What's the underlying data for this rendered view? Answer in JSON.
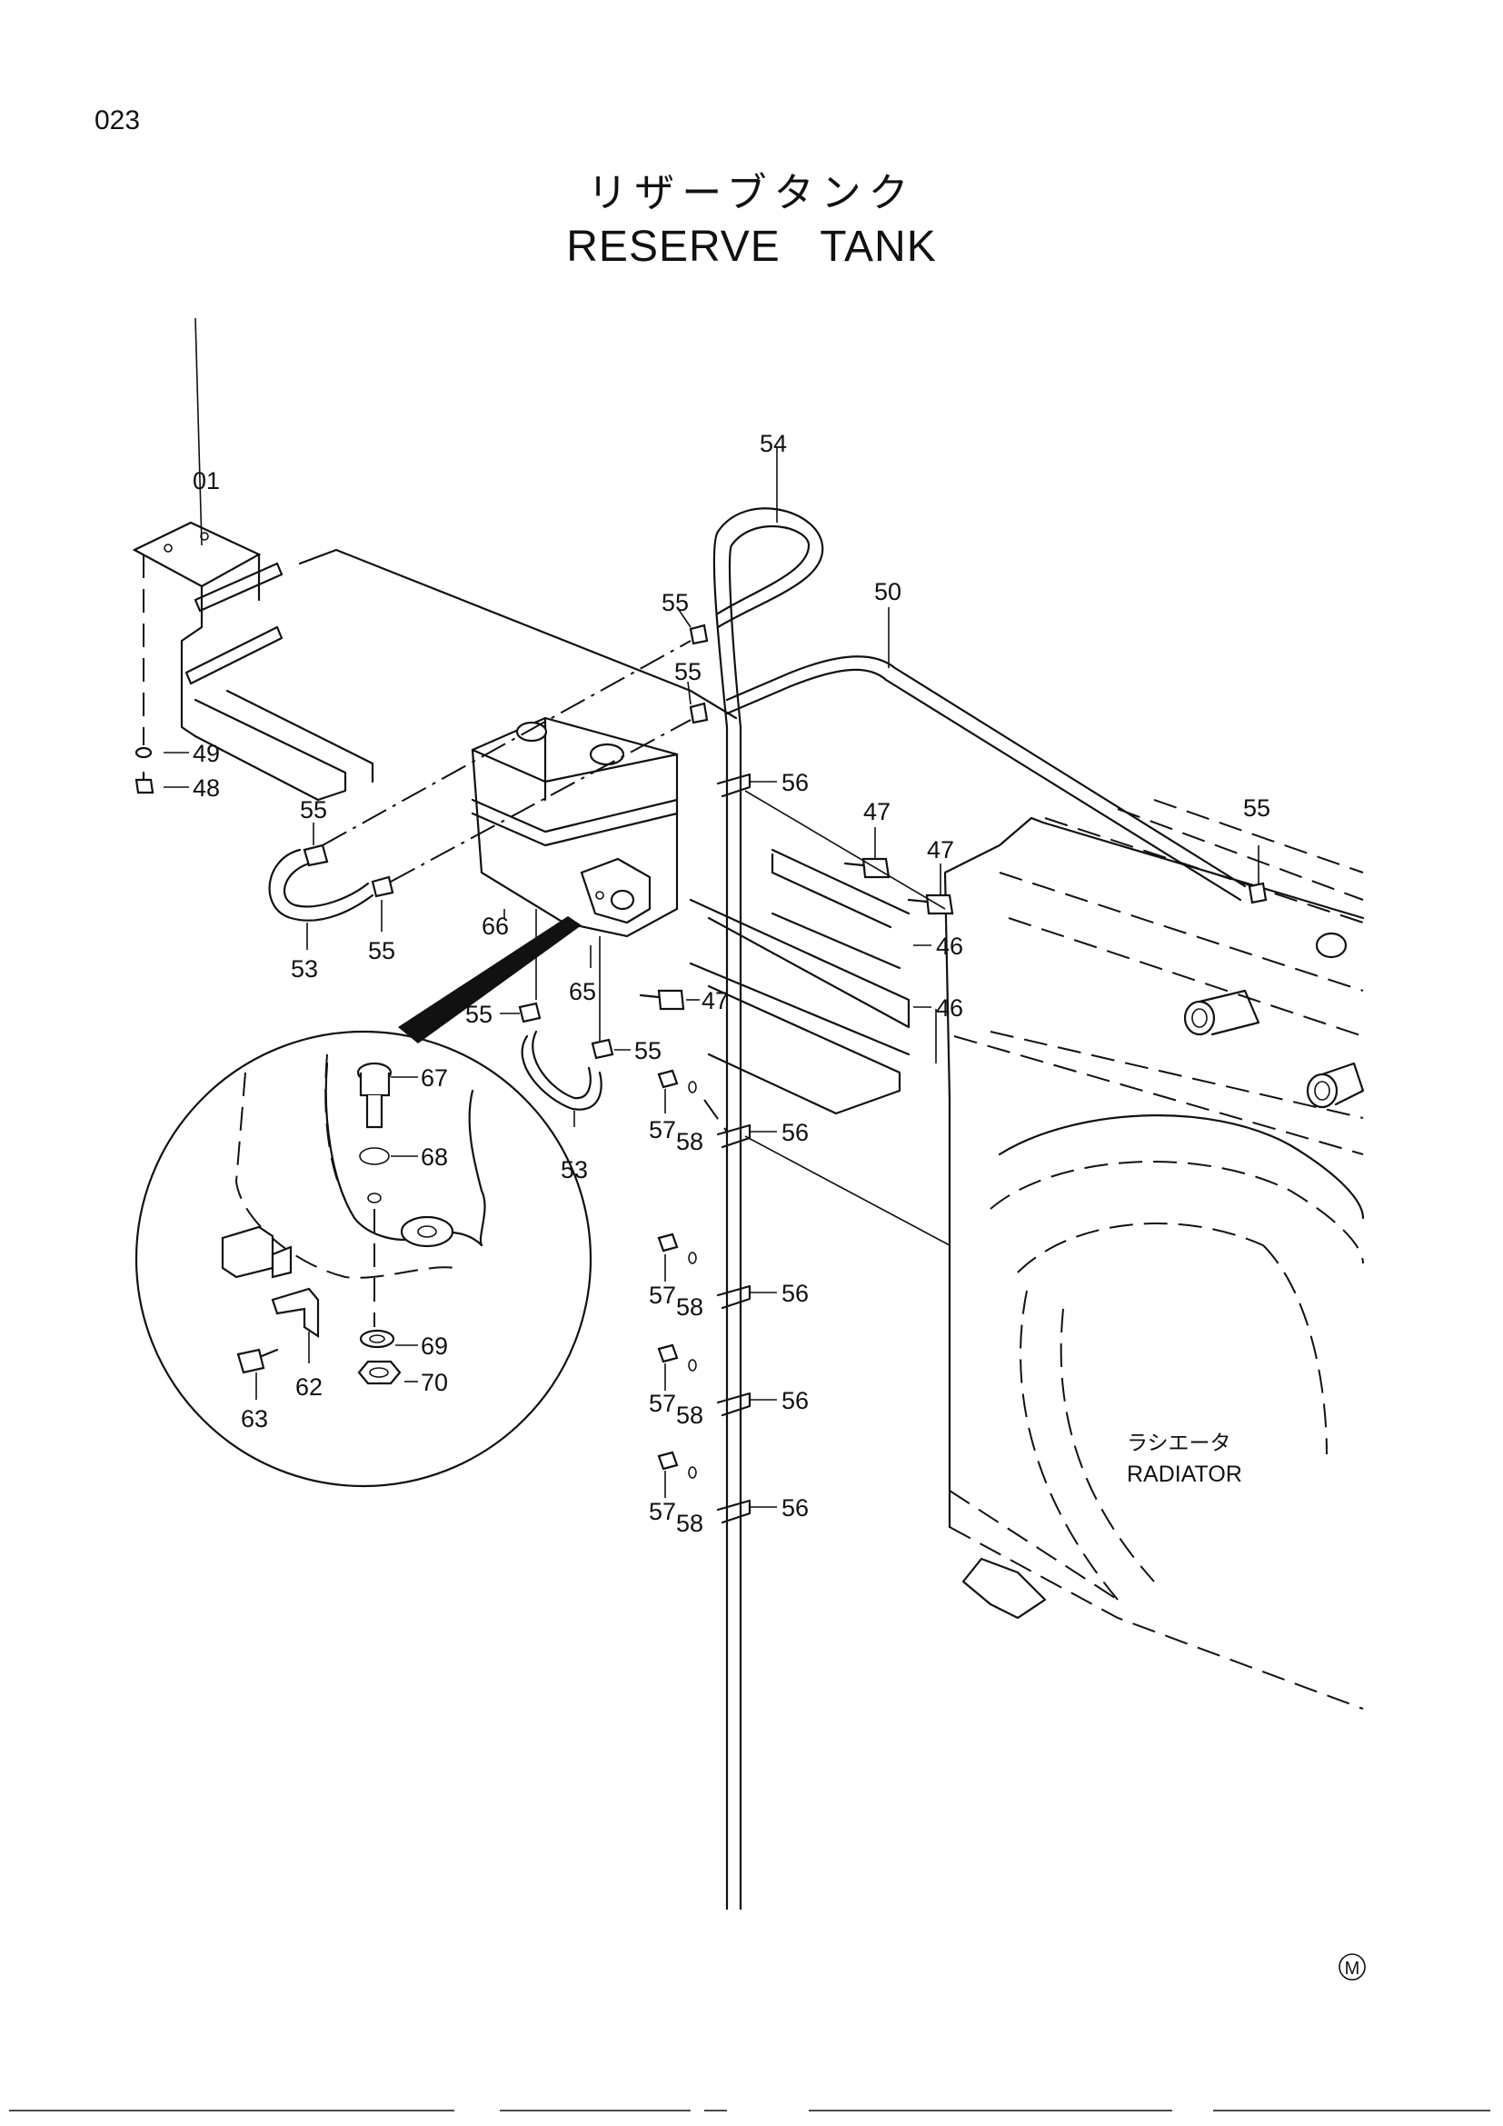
{
  "page_number": "023",
  "title_jp": "リザーブタンク",
  "title_en": "RESERVE   TANK",
  "radiator_label_jp": "ラシエータ",
  "radiator_label_en": "RADIATOR",
  "mark": "M",
  "callouts": {
    "c01": "01",
    "c54": "54",
    "c50": "50",
    "c55a": "55",
    "c55b": "55",
    "c55c": "55",
    "c55d": "55",
    "c55e": "55",
    "c55f": "55",
    "c55g": "55",
    "c49": "49",
    "c48": "48",
    "c56a": "56",
    "c56b": "56",
    "c56c": "56",
    "c56d": "56",
    "c56e": "56",
    "c47a": "47",
    "c47b": "47",
    "c47c": "47",
    "c46a": "46",
    "c46b": "46",
    "c53a": "53",
    "c53b": "53",
    "c66": "66",
    "c65": "65",
    "c67": "67",
    "c68": "68",
    "c69": "69",
    "c70": "70",
    "c62": "62",
    "c63": "63",
    "c57a": "57",
    "c57b": "57",
    "c57c": "57",
    "c57d": "57",
    "c58a": "58",
    "c58b": "58",
    "c58c": "58",
    "c58d": "58"
  }
}
